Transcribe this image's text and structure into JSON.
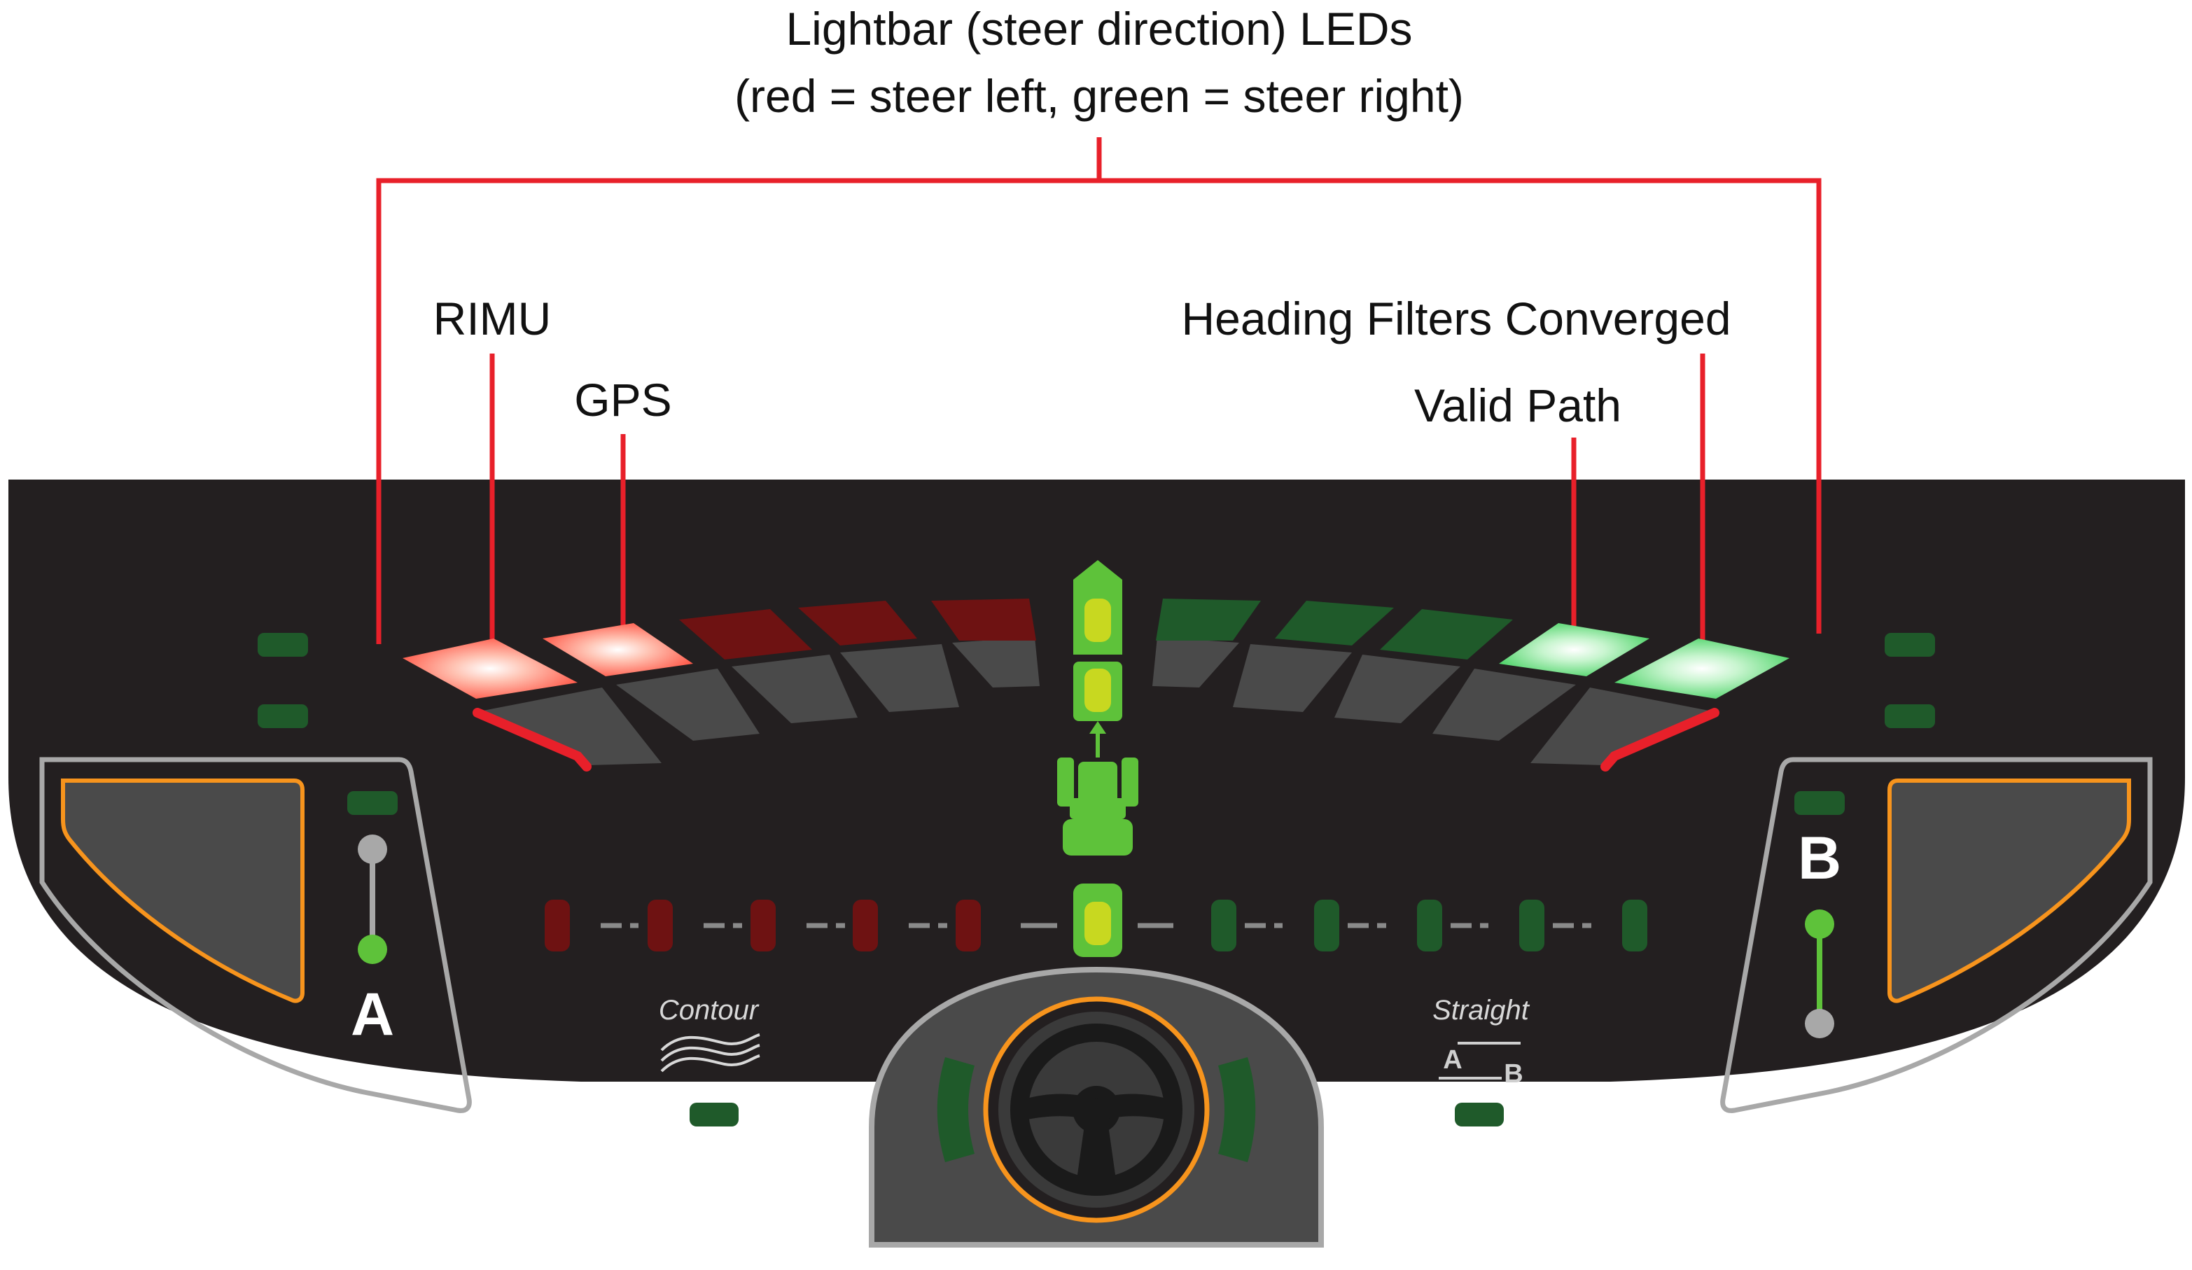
{
  "callouts": {
    "lightbar_title_line1": "Lightbar (steer direction) LEDs",
    "lightbar_title_line2": "(red = steer left, green = steer right)",
    "rimu": "RIMU",
    "gps": "GPS",
    "heading_filters": "Heading Filters Converged",
    "valid_path": "Valid Path"
  },
  "panel": {
    "contour_label": "Contour",
    "straight_label": "Straight",
    "straight_icon_a": "A",
    "straight_icon_b": "B",
    "point_a_label": "A",
    "point_b_label": "B"
  },
  "colors": {
    "panel": "#231f20",
    "callout_line": "#e8202a",
    "led_red_dim": "#6e1212",
    "led_red_lit": "#ff6a55",
    "led_green_dim": "#1f5a2a",
    "led_green_lit": "#5fe07a",
    "indicator_green": "#5ec23a",
    "accent_orange": "#f7941d",
    "key_gray": "#4a4a4a"
  }
}
